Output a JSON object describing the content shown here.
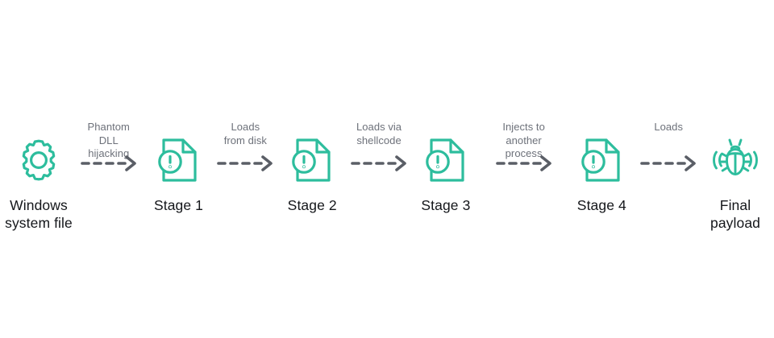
{
  "diagram": {
    "title": "Malware multi-stage execution chain",
    "type": "linear-flow",
    "colors": {
      "icon_teal": "#2dbd9d",
      "arrow_gray": "#5a5e66",
      "caption_text": "#14161a",
      "label_text": "#6d717a",
      "background": "#ffffff"
    },
    "nodes": [
      {
        "id": "windows-system-file",
        "icon": "gear-icon",
        "caption": "Windows\nsystem file"
      },
      {
        "id": "stage-1",
        "icon": "document-alert-icon",
        "caption": "Stage 1"
      },
      {
        "id": "stage-2",
        "icon": "document-alert-icon",
        "caption": "Stage 2"
      },
      {
        "id": "stage-3",
        "icon": "document-alert-icon",
        "caption": "Stage 3"
      },
      {
        "id": "stage-4",
        "icon": "document-alert-icon",
        "caption": "Stage 4"
      },
      {
        "id": "final-payload",
        "icon": "bug-icon",
        "caption": "Final\npayload"
      }
    ],
    "connectors": [
      {
        "id": "conn-1",
        "label": "Phantom DLL\nhijacking",
        "arrow": "dashed-arrow-right-icon"
      },
      {
        "id": "conn-2",
        "label": "Loads\nfrom disk",
        "arrow": "dashed-arrow-right-icon"
      },
      {
        "id": "conn-3",
        "label": "Loads via\nshellcode",
        "arrow": "dashed-arrow-right-icon"
      },
      {
        "id": "conn-4",
        "label": "Injects to another\nprocess",
        "arrow": "dashed-arrow-right-icon"
      },
      {
        "id": "conn-5",
        "label": "Loads",
        "arrow": "dashed-arrow-right-icon"
      }
    ]
  }
}
